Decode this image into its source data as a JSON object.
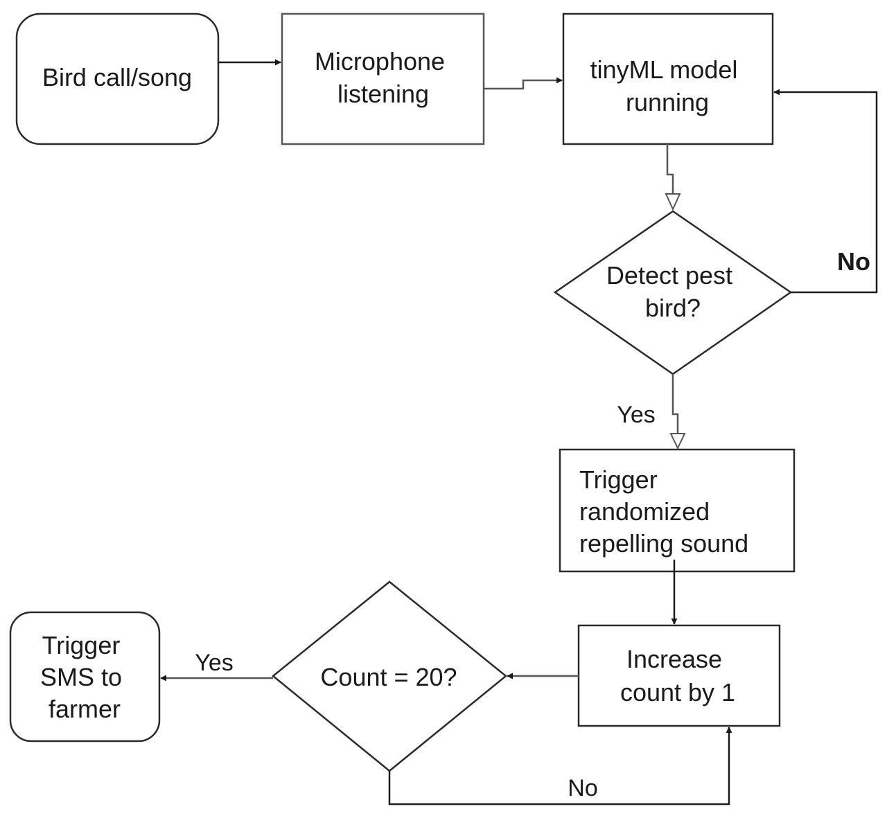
{
  "nodes": {
    "bird_call": {
      "lines": [
        "Bird call/song"
      ]
    },
    "microphone": {
      "lines": [
        "Microphone",
        "listening"
      ]
    },
    "tinyml": {
      "lines": [
        "tinyML model",
        "running"
      ]
    },
    "detect": {
      "lines": [
        "Detect pest",
        "bird?"
      ]
    },
    "trigger_sound": {
      "lines": [
        "Trigger",
        "randomized",
        "repelling  sound"
      ]
    },
    "increase": {
      "lines": [
        "Increase",
        "count by 1"
      ]
    },
    "count_check": {
      "lines": [
        "Count = 20?"
      ]
    },
    "trigger_sms": {
      "lines": [
        "Trigger",
        "SMS to",
        "farmer"
      ]
    }
  },
  "edge_labels": {
    "detect_no": "No",
    "detect_yes": "Yes",
    "count_yes": "Yes",
    "count_no": "No"
  }
}
